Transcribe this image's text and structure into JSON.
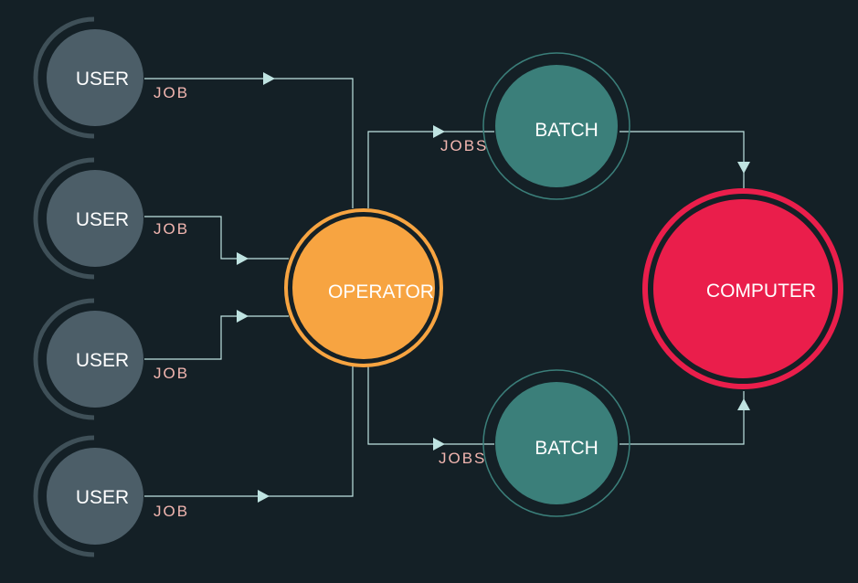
{
  "colors": {
    "background": "#142026",
    "user": "#4c5e68",
    "user_arc": "#3f5058",
    "operator": "#f7a441",
    "batch": "#3b7f7a",
    "batch_ring": "#3b7f7a",
    "computer": "#ea1e4b",
    "edge": "#bfe3e1",
    "edge_label": "#f2b6b0"
  },
  "nodes": {
    "users": [
      {
        "label": "USER"
      },
      {
        "label": "USER"
      },
      {
        "label": "USER"
      },
      {
        "label": "USER"
      }
    ],
    "operator": {
      "label": "OPERATOR"
    },
    "batches": [
      {
        "label": "BATCH"
      },
      {
        "label": "BATCH"
      }
    ],
    "computer": {
      "label": "COMPUTER"
    }
  },
  "edges": {
    "user_jobs": [
      "JOB",
      "JOB",
      "JOB",
      "JOB"
    ],
    "batch_jobs": [
      "JOBS",
      "JOBS"
    ]
  }
}
